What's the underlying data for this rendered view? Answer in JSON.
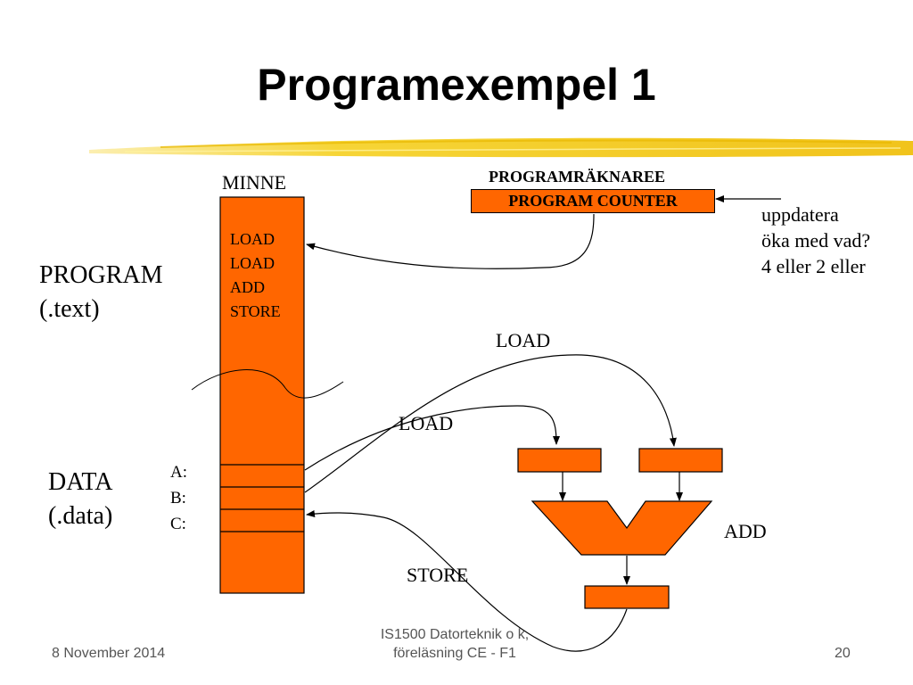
{
  "title": "Programexempel 1",
  "memory": {
    "label": "MINNE",
    "instructions": [
      "LOAD",
      "LOAD",
      "ADD",
      "STORE"
    ],
    "data_cells": [
      "A:",
      "B:",
      "C:"
    ]
  },
  "sections": {
    "program": [
      "PROGRAM",
      "(.text)"
    ],
    "data": [
      "DATA",
      "(.data)"
    ]
  },
  "program_counter": {
    "title": "PROGRAMRÄKNAREE",
    "box_label": "PROGRAM COUNTER",
    "note": [
      "uppdatera",
      "öka med vad?",
      "4 eller 2 eller"
    ]
  },
  "operations": {
    "load_1": "LOAD",
    "load_2": "LOAD",
    "add": "ADD",
    "store": "STORE"
  },
  "footer": {
    "date": "8 November 2014",
    "course": [
      "IS1500 Datorteknik o k,",
      "föreläsning CE - F1"
    ],
    "page": "20"
  },
  "colors": {
    "accent": "#ff6600",
    "highlighter": "#f5d020"
  }
}
